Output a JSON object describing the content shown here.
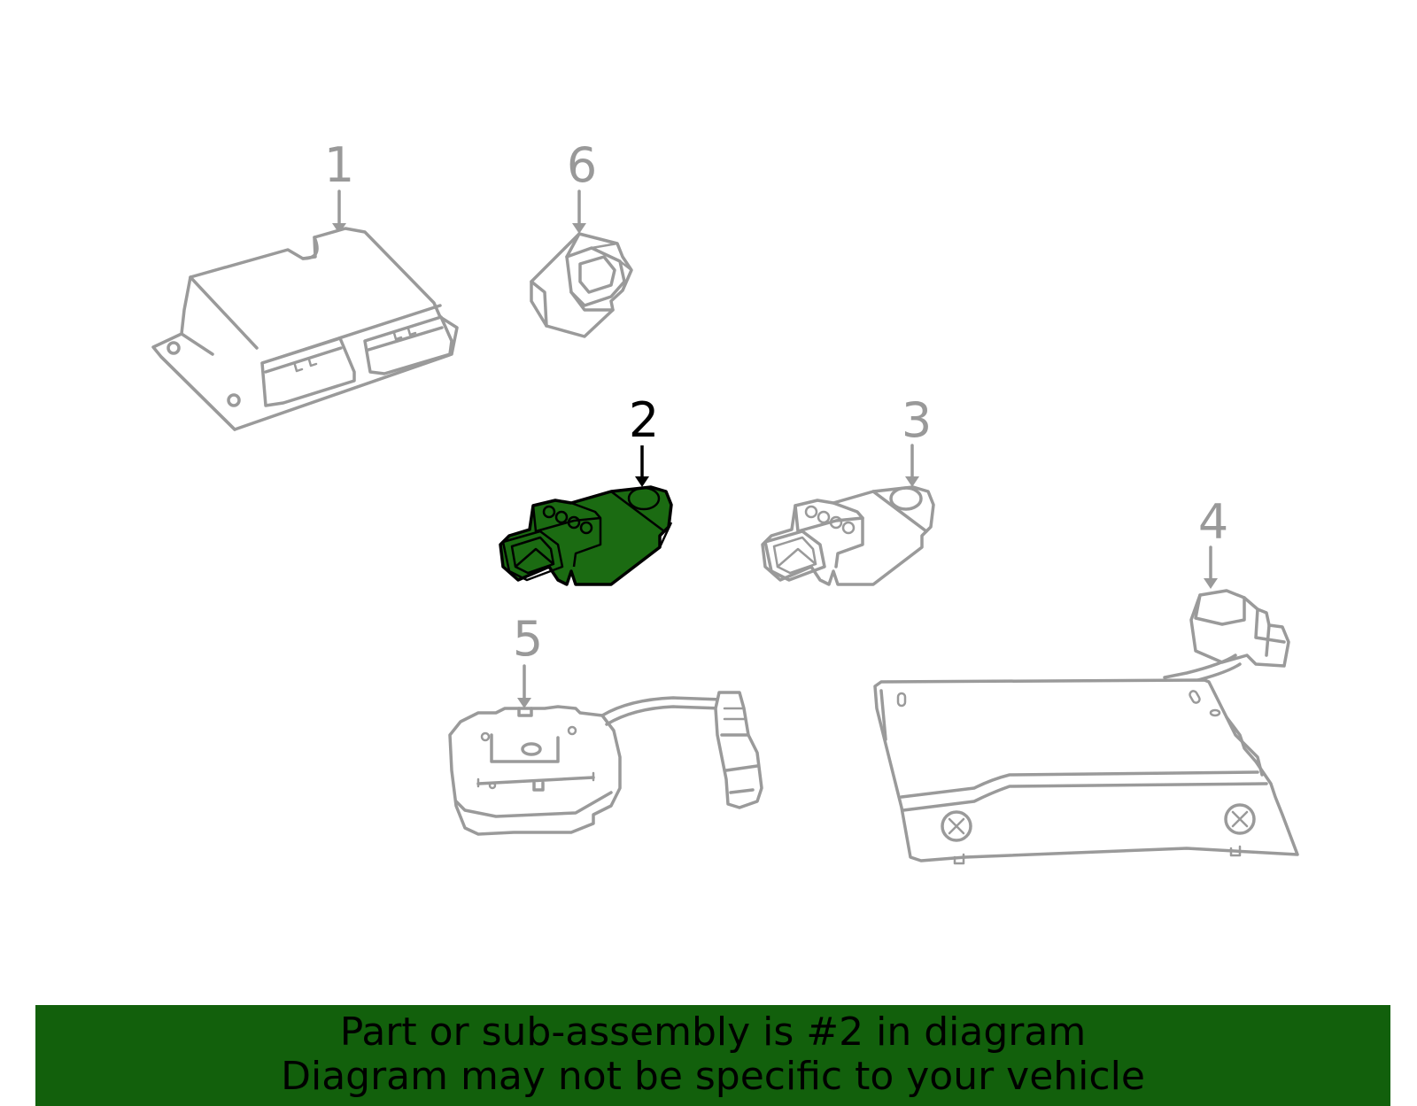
{
  "diagram": {
    "callouts": [
      {
        "number": "1"
      },
      {
        "number": "2",
        "selected": true
      },
      {
        "number": "3"
      },
      {
        "number": "4"
      },
      {
        "number": "5"
      },
      {
        "number": "6"
      }
    ],
    "colors": {
      "outline": "#9a9a9a",
      "highlight_fill": "#1b6b12",
      "highlight_outline": "#000000",
      "banner": "#12600c"
    }
  },
  "banner": {
    "line1": "Part or sub-assembly is #2 in diagram",
    "line2": "Diagram may not be specific to your vehicle"
  }
}
